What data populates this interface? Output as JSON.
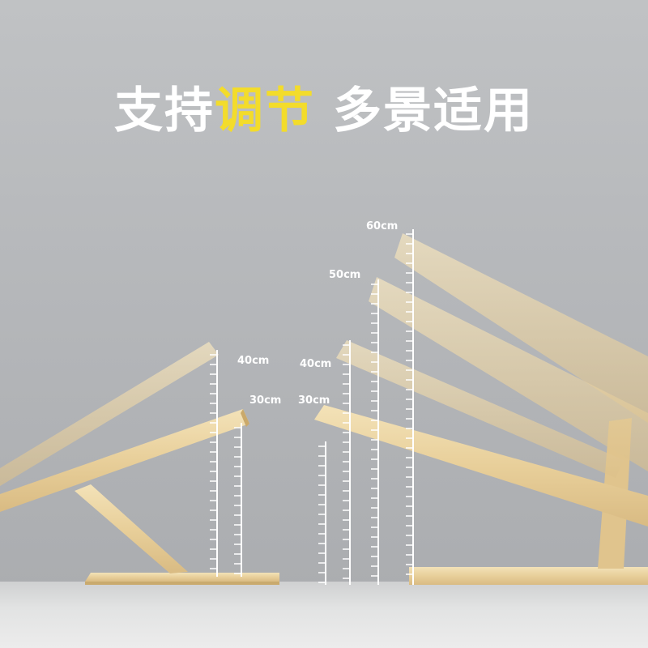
{
  "headline": {
    "part1": "支持",
    "highlight": "调节",
    "part2": "多景适用",
    "highlight_color": "#f3dc2b",
    "text_color": "#ffffff"
  },
  "left_stand": {
    "labels": [
      "40cm",
      "30cm"
    ]
  },
  "right_stand": {
    "labels": [
      "60cm",
      "50cm",
      "40cm",
      "30cm"
    ]
  },
  "colors": {
    "wood": "#e8cf9a",
    "wood_light": "#f1dfb6",
    "wood_dark": "#d6b77d",
    "ruler": "#ffffff"
  }
}
